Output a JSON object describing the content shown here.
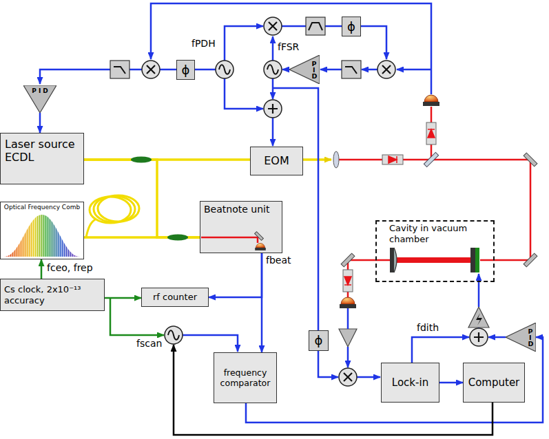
{
  "diagram": {
    "nodes": [
      {
        "text": [
          "P I D"
        ]
      },
      {
        "text": [
          "ϕ"
        ]
      },
      {
        "text": [
          "ϕ"
        ]
      },
      {
        "text": [
          "P I D"
        ]
      },
      {
        "text": [
          "Laser source ECDL"
        ]
      },
      {
        "text": [
          "EOM"
        ]
      },
      {
        "text": [
          "Optical Frequency Comb"
        ]
      },
      {
        "text": [
          "Beatnote unit"
        ]
      },
      {
        "text": [
          "Cavity in vacuum chamber"
        ]
      },
      {
        "text": [
          "Cs clock, 2x10⁻¹³ accuracy"
        ]
      },
      {
        "text": [
          "rf counter"
        ]
      },
      {
        "text": [
          "ϕ"
        ]
      },
      {
        "text": [
          "P I D"
        ]
      },
      {
        "text": [
          "frequency comparator"
        ]
      },
      {
        "text": [
          "Lock-in"
        ]
      },
      {
        "text": [
          "Computer"
        ]
      }
    ],
    "edges": [
      {
        "from": 9,
        "to": 6,
        "arrow": "to"
      },
      {
        "from": 9,
        "to": 10,
        "arrow": "to"
      },
      {
        "from": 7,
        "to": 10,
        "arrow": "to"
      },
      {
        "from": 7,
        "to": 13,
        "arrow": "to"
      },
      {
        "from": 4,
        "to": 5,
        "arrow": "none"
      },
      {
        "from": 4,
        "to": 7,
        "arrow": "none"
      },
      {
        "from": 6,
        "to": 7,
        "arrow": "none"
      },
      {
        "from": 0,
        "to": 4,
        "arrow": "to"
      },
      {
        "from": 13,
        "to": 12,
        "arrow": "to"
      },
      {
        "from": 14,
        "to": 15,
        "arrow": "to"
      }
    ],
    "labels": [
      "fPDH",
      "fFSR",
      "fbeat",
      "fceo, frep",
      "fscan",
      "fdith"
    ]
  }
}
